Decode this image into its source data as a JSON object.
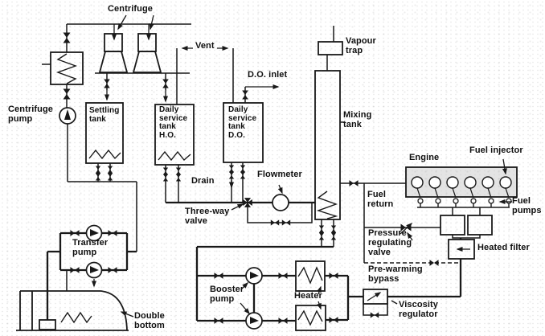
{
  "title": "Fuel oil treatment and supply system diagram",
  "colors": {
    "line": "#191919",
    "background": "#ffffff",
    "engine_fill": "#c9c9c9"
  },
  "labels": {
    "centrifuge": "Centrifuge",
    "centrifuge_pump": "Centrifuge\npump",
    "settling_tank": "Settling\ntank",
    "daily_service_tank_ho": "Daily\nservice\ntank\nH.O.",
    "daily_service_tank_do": "Daily\nservice\ntank\nD.O.",
    "vent": "Vent",
    "do_inlet": "D.O. inlet",
    "vapour_trap": "Vapour\ntrap",
    "mixing_tank": "Mixing\ntank",
    "drain": "Drain",
    "flowmeter": "Flowmeter",
    "three_way_valve": "Three-way\nvalve",
    "fuel_return": "Fuel\nreturn",
    "engine": "Engine",
    "fuel_injector": "Fuel injector",
    "fuel_pumps": "Fuel\npumps",
    "pressure_regulating_valve": "Pressure\nregulating\nvalve",
    "pre_warming_bypass": "Pre-warming\nbypass",
    "heated_filter": "Heated filter",
    "viscosity_regulator": "Viscosity\nregulator",
    "booster_pump": "Booster\npump",
    "heater": "Heater",
    "transfer_pump": "Transfer\npump",
    "double_bottom": "Double\nbottom"
  }
}
